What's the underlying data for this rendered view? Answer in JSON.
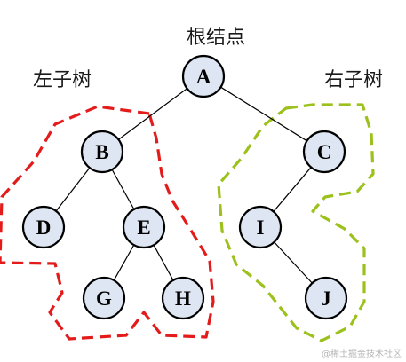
{
  "captions": {
    "root": "根结点",
    "left_subtree": "左子树",
    "right_subtree": "右子树"
  },
  "nodes": {
    "A": "A",
    "B": "B",
    "C": "C",
    "D": "D",
    "E": "E",
    "I": "I",
    "G": "G",
    "H": "H",
    "J": "J"
  },
  "edges": [
    [
      "A",
      "B"
    ],
    [
      "A",
      "C"
    ],
    [
      "B",
      "D"
    ],
    [
      "B",
      "E"
    ],
    [
      "E",
      "G"
    ],
    [
      "E",
      "H"
    ],
    [
      "C",
      "I"
    ],
    [
      "I",
      "J"
    ]
  ],
  "colors": {
    "left_region": "#e31b1b",
    "right_region": "#9cc11c",
    "node_fill": "#dde6f2"
  },
  "watermark": "@稀土掘金技术社区"
}
